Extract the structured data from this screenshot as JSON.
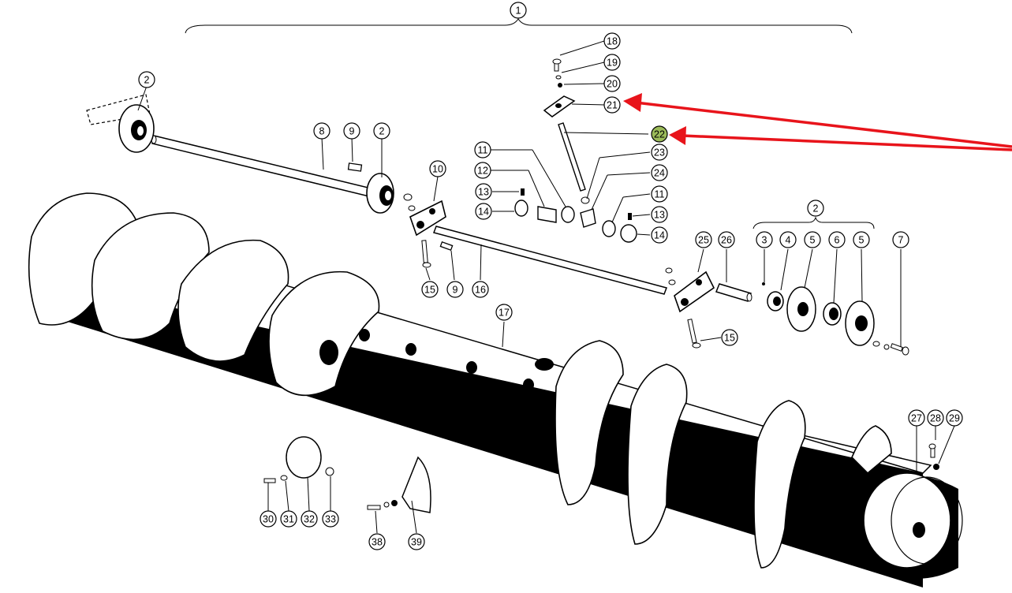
{
  "diagram": {
    "callouts": [
      {
        "id": "c1",
        "label": "1"
      },
      {
        "id": "c2a",
        "label": "2"
      },
      {
        "id": "c8",
        "label": "8"
      },
      {
        "id": "c9a",
        "label": "9"
      },
      {
        "id": "c2b",
        "label": "2"
      },
      {
        "id": "c10",
        "label": "10"
      },
      {
        "id": "c18",
        "label": "18"
      },
      {
        "id": "c19",
        "label": "19"
      },
      {
        "id": "c20",
        "label": "20"
      },
      {
        "id": "c21",
        "label": "21"
      },
      {
        "id": "c22",
        "label": "22"
      },
      {
        "id": "c11a",
        "label": "11"
      },
      {
        "id": "c23",
        "label": "23"
      },
      {
        "id": "c12",
        "label": "12"
      },
      {
        "id": "c24",
        "label": "24"
      },
      {
        "id": "c13a",
        "label": "13"
      },
      {
        "id": "c11b",
        "label": "11"
      },
      {
        "id": "c14a",
        "label": "14"
      },
      {
        "id": "c13b",
        "label": "13"
      },
      {
        "id": "c14b",
        "label": "14"
      },
      {
        "id": "c15a",
        "label": "15"
      },
      {
        "id": "c9b",
        "label": "9"
      },
      {
        "id": "c16",
        "label": "16"
      },
      {
        "id": "c2c",
        "label": "2"
      },
      {
        "id": "c25",
        "label": "25"
      },
      {
        "id": "c26",
        "label": "26"
      },
      {
        "id": "c3",
        "label": "3"
      },
      {
        "id": "c4",
        "label": "4"
      },
      {
        "id": "c5a",
        "label": "5"
      },
      {
        "id": "c6",
        "label": "6"
      },
      {
        "id": "c5b",
        "label": "5"
      },
      {
        "id": "c7",
        "label": "7"
      },
      {
        "id": "c15b",
        "label": "15"
      },
      {
        "id": "c17",
        "label": "17"
      },
      {
        "id": "c27",
        "label": "27"
      },
      {
        "id": "c28",
        "label": "28"
      },
      {
        "id": "c29",
        "label": "29"
      },
      {
        "id": "c30",
        "label": "30"
      },
      {
        "id": "c31",
        "label": "31"
      },
      {
        "id": "c32",
        "label": "32"
      },
      {
        "id": "c33",
        "label": "33"
      },
      {
        "id": "c38",
        "label": "38"
      },
      {
        "id": "c39",
        "label": "39"
      }
    ],
    "highlight_color": "#9bbb59",
    "arrow_color": "#e8141b"
  }
}
